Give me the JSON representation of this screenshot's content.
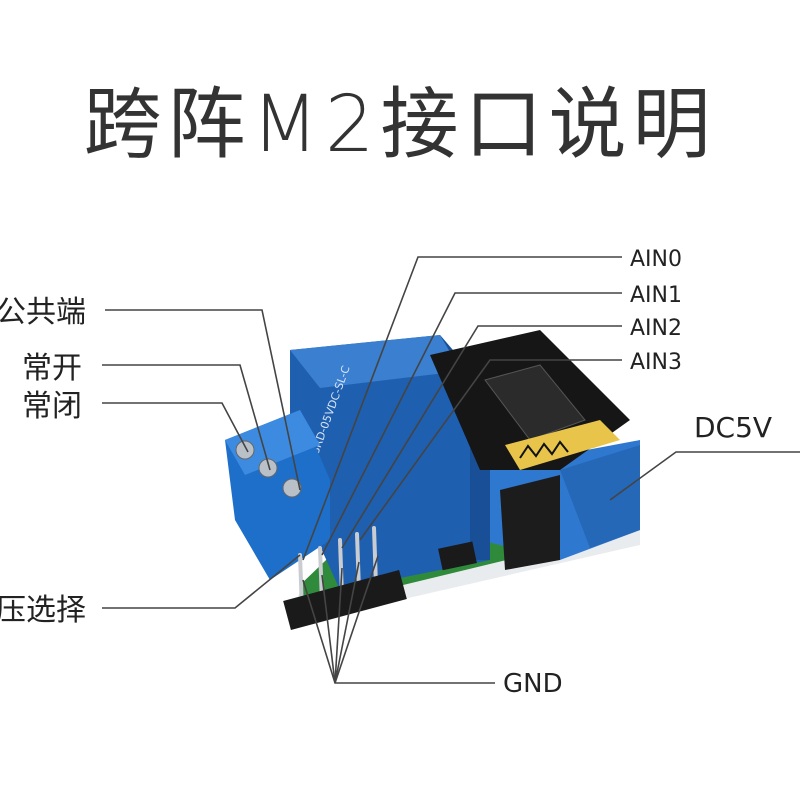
{
  "title": "跨阵M2接口说明",
  "labels": {
    "common": "公共端",
    "no": "常开",
    "nc": "常闭",
    "voltage": "压选择",
    "ain0": "AIN0",
    "ain1": "AIN1",
    "ain2": "AIN2",
    "ain3": "AIN3",
    "dc5v": "DC5V",
    "gnd": "GND"
  },
  "colors": {
    "relay_blue": "#1f5fb0",
    "terminal_blue": "#1e6fc9",
    "pcb_blue": "#2f78d0",
    "pcb_green": "#2f8a3c",
    "module_black": "#161616",
    "leader_line": "#444444"
  }
}
